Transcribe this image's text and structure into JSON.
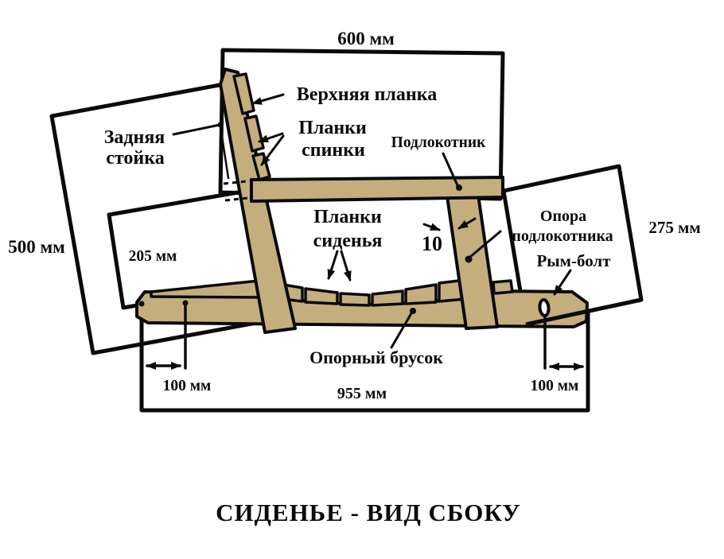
{
  "diagram": {
    "title": "СИДЕНЬЕ - ВИД СБОКУ",
    "dimensions": {
      "top_width": "600 мм",
      "back_height": "500 мм",
      "inner_height": "205 мм",
      "right_height": "275 мм",
      "base_length": "955 мм",
      "left_offset": "100 мм",
      "right_offset": "100 мм",
      "gap": "10"
    },
    "parts": {
      "top_plank": "Верхняя планка",
      "back_planks_line1": "Планки",
      "back_planks_line2": "спинки",
      "armrest": "Подлокотник",
      "rear_post_line1": "Задняя",
      "rear_post_line2": "стойка",
      "seat_planks_line1": "Планки",
      "seat_planks_line2": "сиденья",
      "armrest_support_line1": "Опора",
      "armrest_support_line2": "подлокотника",
      "eye_bolt": "Рым-болт",
      "support_bar": "Опорный брусок"
    },
    "colors": {
      "wood": "#c5ae7e",
      "line": "#0a0a0a",
      "background": "#ffffff"
    }
  }
}
